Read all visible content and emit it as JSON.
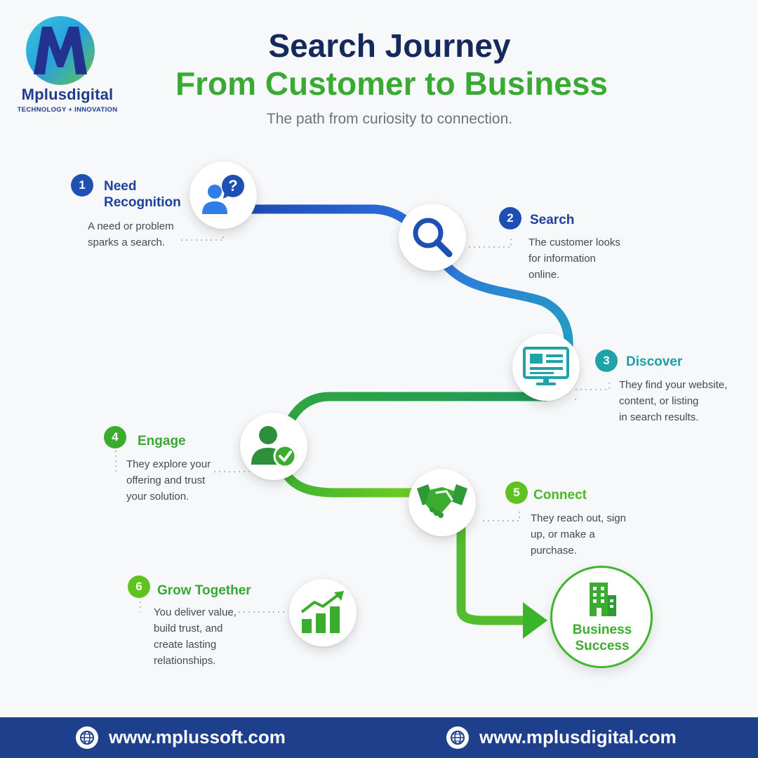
{
  "brand": {
    "name": "Mplusdigital",
    "tagline": "TECHNOLOGY + INNOVATION",
    "logo_letter": "M"
  },
  "header": {
    "title_line1": "Search Journey",
    "title_line2": "From Customer to Business",
    "subtitle": "The path from curiosity to connection."
  },
  "steps": [
    {
      "number": "1",
      "title_line1": "Need",
      "title_line2": "Recognition",
      "desc_lines": [
        "A need or problem",
        "sparks a search."
      ],
      "icon": "person-question-icon",
      "color": "#1e4fb3"
    },
    {
      "number": "2",
      "title": "Search",
      "desc_lines": [
        "The customer looks",
        "for information",
        "online."
      ],
      "icon": "magnifier-icon",
      "color": "#1e4fb3"
    },
    {
      "number": "3",
      "title": "Discover",
      "desc_lines": [
        "They find your website,",
        "content, or listing",
        "in search results."
      ],
      "icon": "monitor-icon",
      "color": "#1fa3a9"
    },
    {
      "number": "4",
      "title": "Engage",
      "desc_lines": [
        "They explore your",
        "offering and trust",
        "your solution."
      ],
      "icon": "person-check-icon",
      "color": "#3cac2f"
    },
    {
      "number": "5",
      "title": "Connect",
      "desc_lines": [
        "They reach out, sign",
        "up, or make a",
        "purchase."
      ],
      "icon": "handshake-icon",
      "color": "#5fc21e"
    },
    {
      "number": "6",
      "title": "Grow Together",
      "desc_lines": [
        "You deliver value,",
        "build trust, and",
        "create lasting",
        "relationships."
      ],
      "icon": "growth-chart-icon",
      "color": "#5fc21e"
    }
  ],
  "outcome": {
    "label_line1": "Business",
    "label_line2": "Success",
    "icon": "building-icon"
  },
  "footer": {
    "url_left": "www.mplussoft.com",
    "url_right": "www.mplusdigital.com",
    "icon": "globe-icon"
  },
  "colors": {
    "navy": "#152a5c",
    "blue": "#1e4fb3",
    "teal": "#1fa3a9",
    "green": "#3aaa35",
    "lime": "#5fc21e",
    "footer": "#1d3f8c"
  }
}
